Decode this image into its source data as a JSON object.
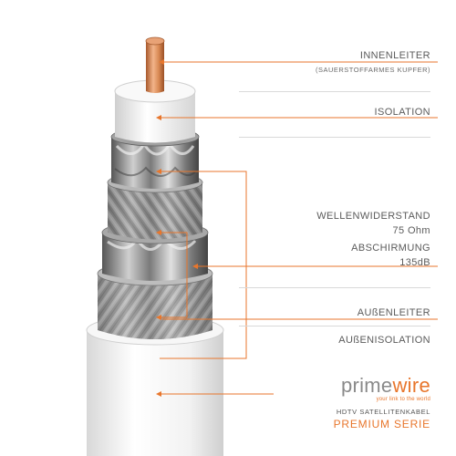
{
  "labels": {
    "inner_conductor": "INNENLEITER",
    "inner_conductor_note": "(SAUERSTOFFARMES KUPFER)",
    "insulation": "ISOLATION",
    "impedance_title": "WELLENWIDERSTAND",
    "impedance_value": "75 Ohm",
    "shielding_title": "ABSCHIRMUNG",
    "shielding_value": "135dB",
    "outer_conductor": "AUßENLEITER",
    "outer_insulation": "AUßENISOLATION"
  },
  "brand": {
    "name_part1": "prime",
    "name_part2": "wire",
    "tagline": "your link to the world",
    "line1": "HDTV SATELLITENKABEL",
    "line2": "PREMIUM SERIE"
  },
  "colors": {
    "accent": "#e8762c",
    "copper": "#d98a55",
    "foil": "#9a9a9a",
    "jacket": "#ffffff",
    "text": "#5b5b5b"
  }
}
